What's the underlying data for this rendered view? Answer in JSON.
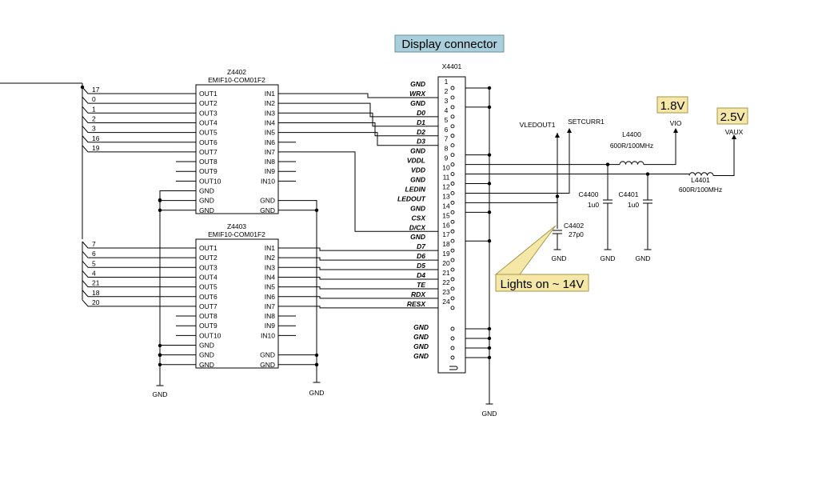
{
  "title": "Display connector",
  "connector": {
    "ref": "X4401",
    "pins": [
      {
        "num": "1",
        "label": "GND"
      },
      {
        "num": "2",
        "label": "WRX"
      },
      {
        "num": "3",
        "label": "GND"
      },
      {
        "num": "4",
        "label": "D0"
      },
      {
        "num": "5",
        "label": "D1"
      },
      {
        "num": "6",
        "label": "D2"
      },
      {
        "num": "7",
        "label": "D3"
      },
      {
        "num": "8",
        "label": "GND"
      },
      {
        "num": "9",
        "label": "VDDL"
      },
      {
        "num": "10",
        "label": "VDD"
      },
      {
        "num": "11",
        "label": "GND"
      },
      {
        "num": "12",
        "label": "LEDIN"
      },
      {
        "num": "13",
        "label": "LEDOUT"
      },
      {
        "num": "14",
        "label": "GND"
      },
      {
        "num": "15",
        "label": "CSX"
      },
      {
        "num": "16",
        "label": "D/CX"
      },
      {
        "num": "17",
        "label": "GND"
      },
      {
        "num": "18",
        "label": "D7"
      },
      {
        "num": "19",
        "label": "D6"
      },
      {
        "num": "20",
        "label": "D5"
      },
      {
        "num": "21",
        "label": "D4"
      },
      {
        "num": "22",
        "label": "TE"
      },
      {
        "num": "23",
        "label": "RDX"
      },
      {
        "num": "24",
        "label": "RESX"
      }
    ],
    "extra_gnd": [
      "GND",
      "GND",
      "GND",
      "GND"
    ]
  },
  "filters": [
    {
      "ref": "Z4402",
      "part": "EMIF10-COM01F2",
      "left_pins": [
        "OUT1",
        "OUT2",
        "OUT3",
        "OUT4",
        "OUT5",
        "OUT6",
        "OUT7",
        "OUT8",
        "OUT9",
        "OUT10",
        "GND",
        "GND",
        "GND"
      ],
      "right_pins": [
        "IN1",
        "IN2",
        "IN3",
        "IN4",
        "IN5",
        "IN6",
        "IN7",
        "IN8",
        "IN9",
        "IN10",
        "",
        "GND",
        "GND"
      ],
      "bus_nums": [
        "17",
        "0",
        "1",
        "2",
        "3",
        "16",
        "19"
      ]
    },
    {
      "ref": "Z4403",
      "part": "EMIF10-COM01F2",
      "left_pins": [
        "OUT1",
        "OUT2",
        "OUT3",
        "OUT4",
        "OUT5",
        "OUT6",
        "OUT7",
        "OUT8",
        "OUT9",
        "OUT10",
        "GND",
        "GND",
        "GND"
      ],
      "right_pins": [
        "IN1",
        "IN2",
        "IN3",
        "IN4",
        "IN5",
        "IN6",
        "IN7",
        "IN8",
        "IN9",
        "IN10",
        "",
        "GND",
        "GND"
      ],
      "bus_nums": [
        "7",
        "6",
        "5",
        "4",
        "21",
        "18",
        "20"
      ]
    }
  ],
  "components": {
    "l4400": {
      "ref": "L4400",
      "value": "600R/100MHz"
    },
    "l4401": {
      "ref": "L4401",
      "value": "600R/100MHz"
    },
    "c4400": {
      "ref": "C4400",
      "value": "1u0"
    },
    "c4401": {
      "ref": "C4401",
      "value": "1u0"
    },
    "c4402": {
      "ref": "C4402",
      "value": "27p0"
    }
  },
  "nets": {
    "vledout1": "VLEDOUT1",
    "setcurr1": "SETCURR1",
    "vio": "VIO",
    "vaux": "VAUX",
    "gnd": "GND"
  },
  "callouts": {
    "v18": "1.8V",
    "v25": "2.5V",
    "lights": "Lights on ~ 14V"
  },
  "colors": {
    "title_bg": "#a8cfdb",
    "callout_bg": "#f5e7a6"
  }
}
